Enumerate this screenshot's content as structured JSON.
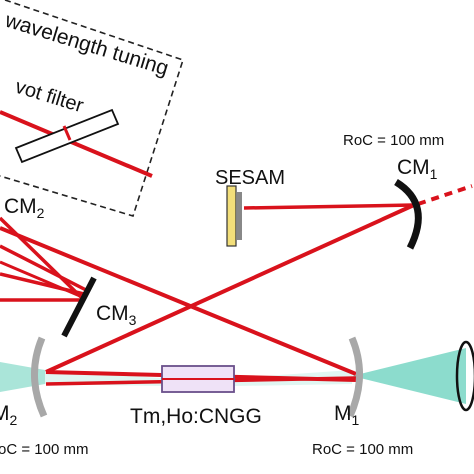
{
  "labels": {
    "tuning_title": "wavelength tuning",
    "filter": "vot filter",
    "sesam": "SESAM",
    "cm1": {
      "base": "CM",
      "sub": "1"
    },
    "cm1_roc": "RoC = 100 mm",
    "cm2": {
      "base": "CM",
      "sub": "2"
    },
    "cm3": {
      "base": "CM",
      "sub": "3"
    },
    "m1": {
      "base": "M",
      "sub": "1"
    },
    "m1_roc": "RoC = 100 mm",
    "m2": {
      "base": "M",
      "sub": "2"
    },
    "m2_roc": "oC = 100 mm",
    "crystal": "Tm,Ho:CNGG"
  },
  "colors": {
    "beam": "#d9121c",
    "pump": "#7fd8c8",
    "mirror_gray": "#a8a8a8",
    "mirror_black": "#111111",
    "crystal_fill": "#efe2f7",
    "crystal_stroke": "#6a4f8a",
    "sesam_fill": "#f3df7a",
    "sesam_back": "#888888"
  }
}
